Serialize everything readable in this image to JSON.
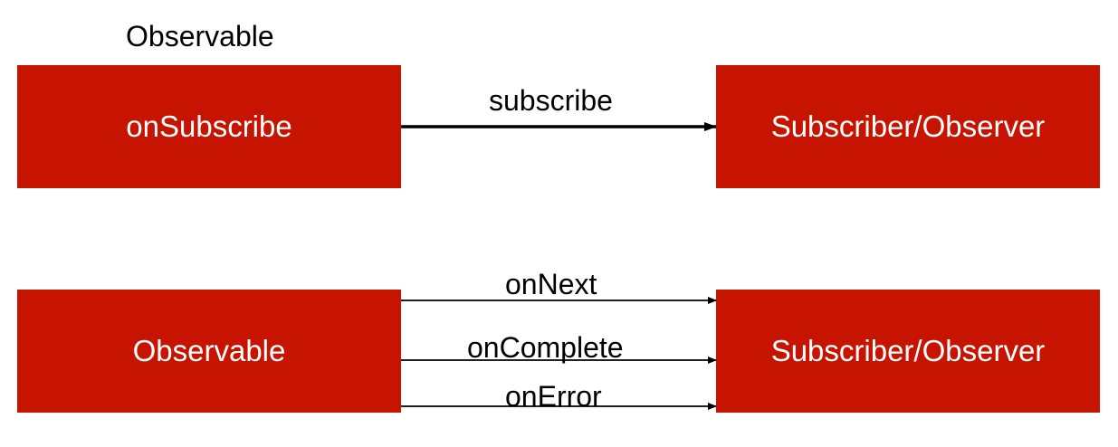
{
  "colors": {
    "box_fill": "#c61400",
    "box_text": "#ffffff",
    "arrow": "#000000",
    "label": "#000000"
  },
  "top_diagram": {
    "caption": "Observable",
    "source_box": "onSubscribe",
    "target_box": "Subscriber/Observer",
    "arrow_label": "subscribe"
  },
  "bottom_diagram": {
    "source_box": "Observable",
    "target_box": "Subscriber/Observer",
    "arrow_labels": [
      "onNext",
      "onComplete",
      "onError"
    ]
  }
}
